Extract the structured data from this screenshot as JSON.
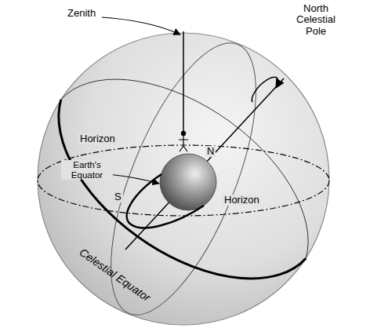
{
  "diagram": {
    "labels": [
      "Zenith",
      "North Celestial Pole",
      "Horizon",
      "Earth's Equator",
      "N",
      "S",
      "Horizon",
      "Celestial Equator"
    ]
  }
}
